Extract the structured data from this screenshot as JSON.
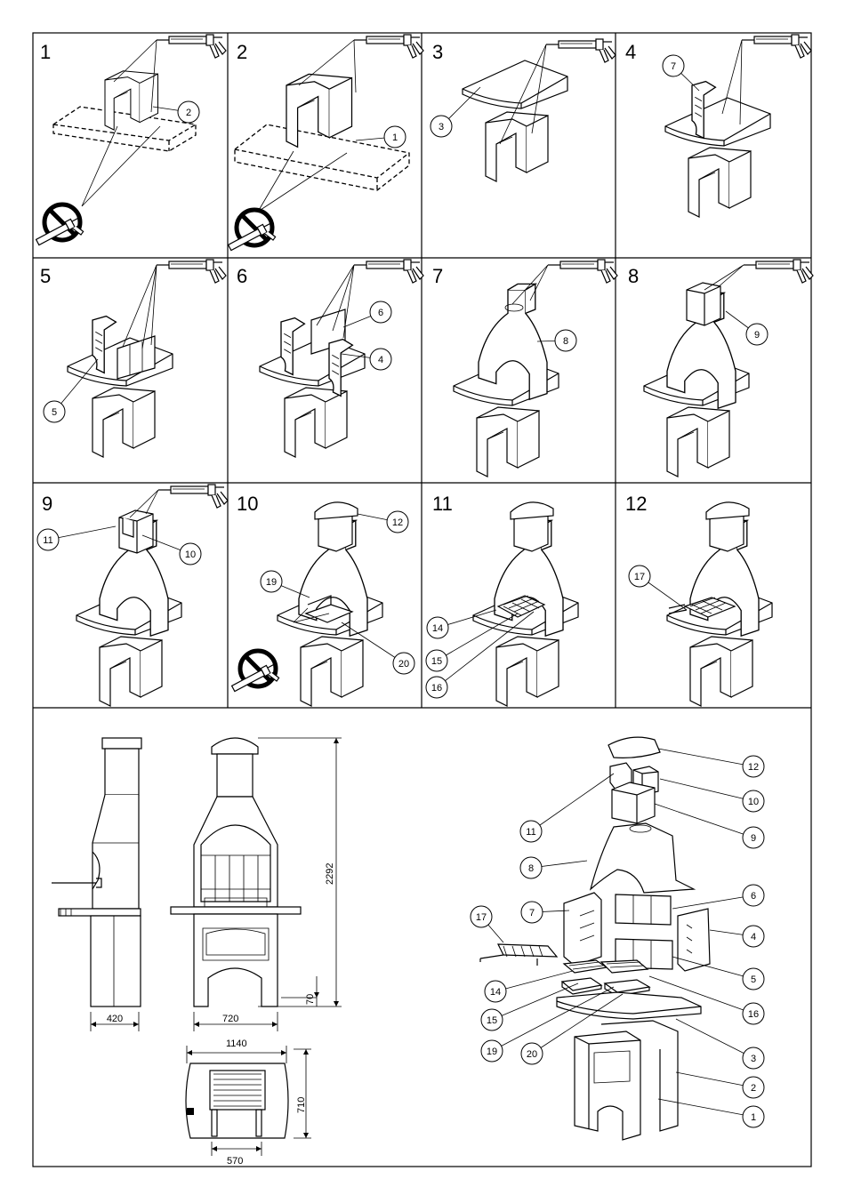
{
  "steps": [
    {
      "num": "1",
      "callouts": [
        "2"
      ]
    },
    {
      "num": "2",
      "callouts": [
        "1"
      ]
    },
    {
      "num": "3",
      "callouts": [
        "3"
      ]
    },
    {
      "num": "4",
      "callouts": [
        "7"
      ]
    },
    {
      "num": "5",
      "callouts": [
        "5"
      ]
    },
    {
      "num": "6",
      "callouts": [
        "6",
        "4"
      ]
    },
    {
      "num": "7",
      "callouts": [
        "8"
      ]
    },
    {
      "num": "8",
      "callouts": [
        "9"
      ]
    },
    {
      "num": "9",
      "callouts": [
        "11",
        "10"
      ]
    },
    {
      "num": "10",
      "callouts": [
        "12",
        "19",
        "20"
      ]
    },
    {
      "num": "11",
      "callouts": [
        "14",
        "15",
        "16"
      ]
    },
    {
      "num": "12",
      "callouts": [
        "17"
      ]
    }
  ],
  "dimensions": {
    "depth": "420",
    "width": "720",
    "height": "2292",
    "base_height": "70",
    "top_width": "1140",
    "top_depth": "710",
    "grill_width": "570"
  },
  "exploded_parts": [
    "12",
    "10",
    "9",
    "11",
    "8",
    "6",
    "17",
    "7",
    "4",
    "5",
    "14",
    "16",
    "15",
    "19",
    "20",
    "3",
    "2",
    "1"
  ],
  "colors": {
    "line": "#000000",
    "background": "#ffffff"
  }
}
